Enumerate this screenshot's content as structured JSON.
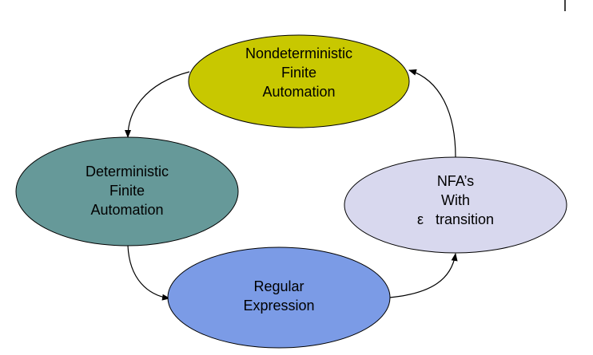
{
  "diagram": {
    "nodes": [
      {
        "id": "nfa",
        "lines": [
          "Nondeterministic",
          "Finite",
          "Automation"
        ],
        "fill": "#c8c800"
      },
      {
        "id": "dfa",
        "lines": [
          "Deterministic",
          "Finite",
          "Automation"
        ],
        "fill": "#669999"
      },
      {
        "id": "regex",
        "lines": [
          "Regular",
          "Expression"
        ],
        "fill": "#7b9be6"
      },
      {
        "id": "enfa",
        "lines": [
          "NFA’s",
          "With",
          "ε   transition"
        ],
        "fill": "#d8d8ee"
      }
    ],
    "edges": [
      {
        "from": "nfa",
        "to": "dfa"
      },
      {
        "from": "dfa",
        "to": "regex"
      },
      {
        "from": "regex",
        "to": "enfa"
      },
      {
        "from": "enfa",
        "to": "nfa"
      }
    ]
  }
}
